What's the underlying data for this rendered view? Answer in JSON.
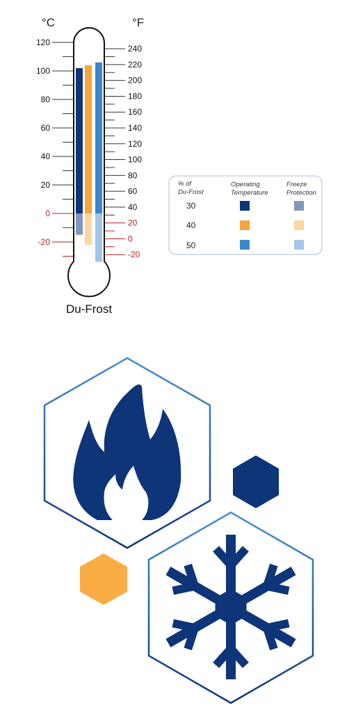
{
  "chart_data": {
    "type": "bar",
    "title": "Du-Frost",
    "left_axis": {
      "unit": "°C",
      "range": [
        -30,
        120
      ],
      "major_ticks": [
        "120",
        "100",
        "80",
        "60",
        "40",
        "20",
        "0",
        "-20"
      ],
      "major_values": [
        120,
        100,
        80,
        60,
        40,
        20,
        0,
        -20
      ]
    },
    "right_axis": {
      "unit": "°F",
      "range": [
        -22,
        248
      ],
      "major_ticks": [
        "240",
        "220",
        "200",
        "180",
        "160",
        "140",
        "120",
        "100",
        "80",
        "60",
        "40",
        "20",
        "0",
        "-20"
      ],
      "major_values": [
        240,
        220,
        200,
        180,
        160,
        140,
        120,
        100,
        80,
        60,
        40,
        20,
        0,
        -20
      ]
    },
    "categories": [
      "30",
      "40",
      "50"
    ],
    "series": [
      {
        "name": "Operating Temperature",
        "low_c": 0,
        "high_c": [
          102,
          104,
          106
        ]
      },
      {
        "name": "Freeze Protection",
        "low_c": [
          -15,
          -22,
          -34
        ],
        "high_c": 0
      }
    ],
    "colors": {
      "op": [
        "#0d3578",
        "#f6a53a",
        "#3b86cc"
      ],
      "fp": [
        "#8198bc",
        "#fbd7a1",
        "#a2c7e8"
      ],
      "neg_label": "#b22222",
      "pos_label": "#111111"
    },
    "legend": {
      "header_pct": [
        "% of",
        "Du-Frost"
      ],
      "header_op": [
        "Operating",
        "Temperature"
      ],
      "header_fp": [
        "Freeze",
        "Protection"
      ],
      "rows": [
        "30",
        "40",
        "50"
      ]
    }
  },
  "icons": {
    "flame": "flame-icon",
    "snowflake": "snowflake-icon",
    "colors": {
      "navy": "#0d3578",
      "border": "#3b86cc",
      "orange": "#fbad45"
    }
  }
}
